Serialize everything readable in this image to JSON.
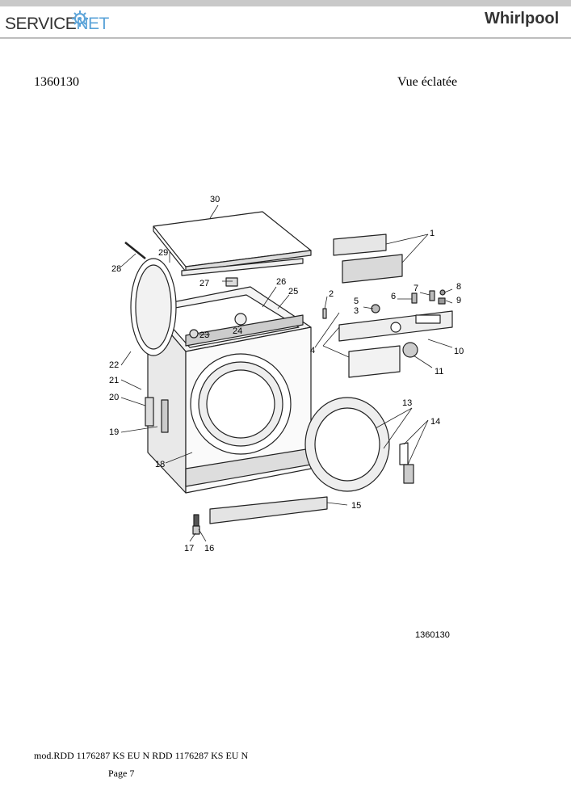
{
  "header": {
    "logo_left_a": "SERVICE",
    "logo_left_b": "NET",
    "logo_right": "Whirlpool"
  },
  "document": {
    "code": "1360130",
    "view_title": "Vue éclatée",
    "diagram_ref": "1360130",
    "model_line": "mod.RDD 1176287 KS EU N RDD 1176287 KS EU N",
    "page_label": "Page 7"
  },
  "diagram": {
    "labels": [
      "1",
      "2",
      "3",
      "4",
      "5",
      "6",
      "7",
      "8",
      "9",
      "10",
      "11",
      "13",
      "14",
      "15",
      "16",
      "17",
      "18",
      "19",
      "20",
      "21",
      "22",
      "23",
      "24",
      "25",
      "26",
      "27",
      "28",
      "29",
      "30"
    ]
  }
}
